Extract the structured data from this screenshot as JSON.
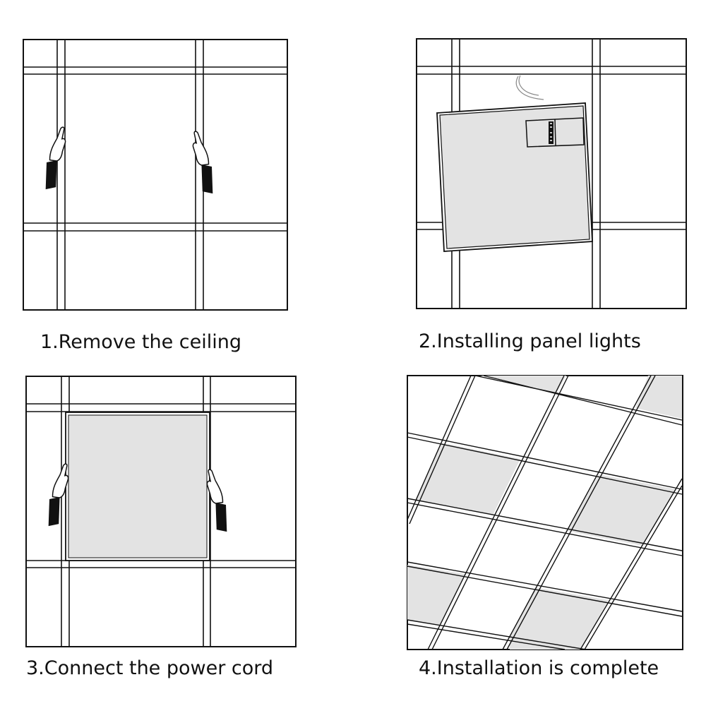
{
  "steps": [
    {
      "caption": "1.Remove the ceiling"
    },
    {
      "caption": "2.Installing panel lights"
    },
    {
      "caption": "3.Connect the power cord"
    },
    {
      "caption": "4.Installation is complete"
    }
  ],
  "colors": {
    "line": "#111111",
    "panel_fill": "#e3e3e3",
    "background": "#ffffff"
  }
}
